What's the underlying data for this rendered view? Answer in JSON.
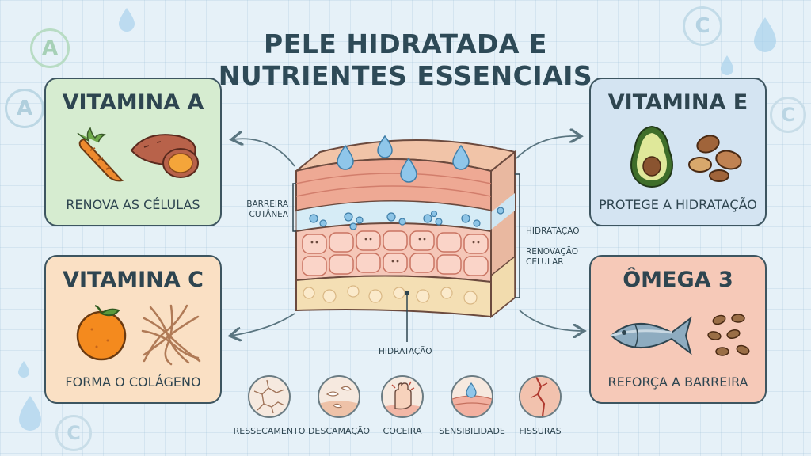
{
  "title_line1": "PELE HIDRATADA E",
  "title_line2": "NUTRIENTES ESSENCIAIS",
  "cards": {
    "vitamin_a": {
      "title": "VITAMINA A",
      "caption": "RENOVA AS CÉLULAS",
      "color": "#d6ecd0",
      "icons": [
        "carrot-icon",
        "sweet-potato-icon"
      ]
    },
    "vitamin_c": {
      "title": "VITAMINA C",
      "caption": "FORMA O COLÁGENO",
      "color": "#fae0c4",
      "icons": [
        "orange-icon",
        "collagen-fibers-icon"
      ]
    },
    "vitamin_e": {
      "title": "VITAMINA E",
      "caption": "PROTEGE A HIDRATAÇÃO",
      "color": "#d4e4f2",
      "icons": [
        "avocado-icon",
        "nuts-icon"
      ]
    },
    "omega_3": {
      "title": "ÔMEGA 3",
      "caption": "REFORÇA A BARREIRA",
      "color": "#f6c9b8",
      "icons": [
        "fish-icon",
        "seeds-icon"
      ]
    }
  },
  "skin_labels": {
    "barrier_line1": "BARREIRA",
    "barrier_line2": "CUTÂNEA",
    "hydration_right": "HIDRATAÇÃO",
    "renewal_line1": "RENOVAÇÃO",
    "renewal_line2": "CELULAR",
    "hydration_bottom": "HIDRATAÇÃO"
  },
  "issues": [
    {
      "label": "RESSECAMENTO",
      "icon": "dry-skin-icon"
    },
    {
      "label": "DESCAMAÇÃO",
      "icon": "peeling-icon"
    },
    {
      "label": "COCEIRA",
      "icon": "scratching-hand-icon"
    },
    {
      "label": "SENSIBILIDADE",
      "icon": "sensitive-skin-icon"
    },
    {
      "label": "FISSURAS",
      "icon": "cracked-skin-icon"
    }
  ],
  "decor_letters": {
    "a": "A",
    "c": "C"
  }
}
